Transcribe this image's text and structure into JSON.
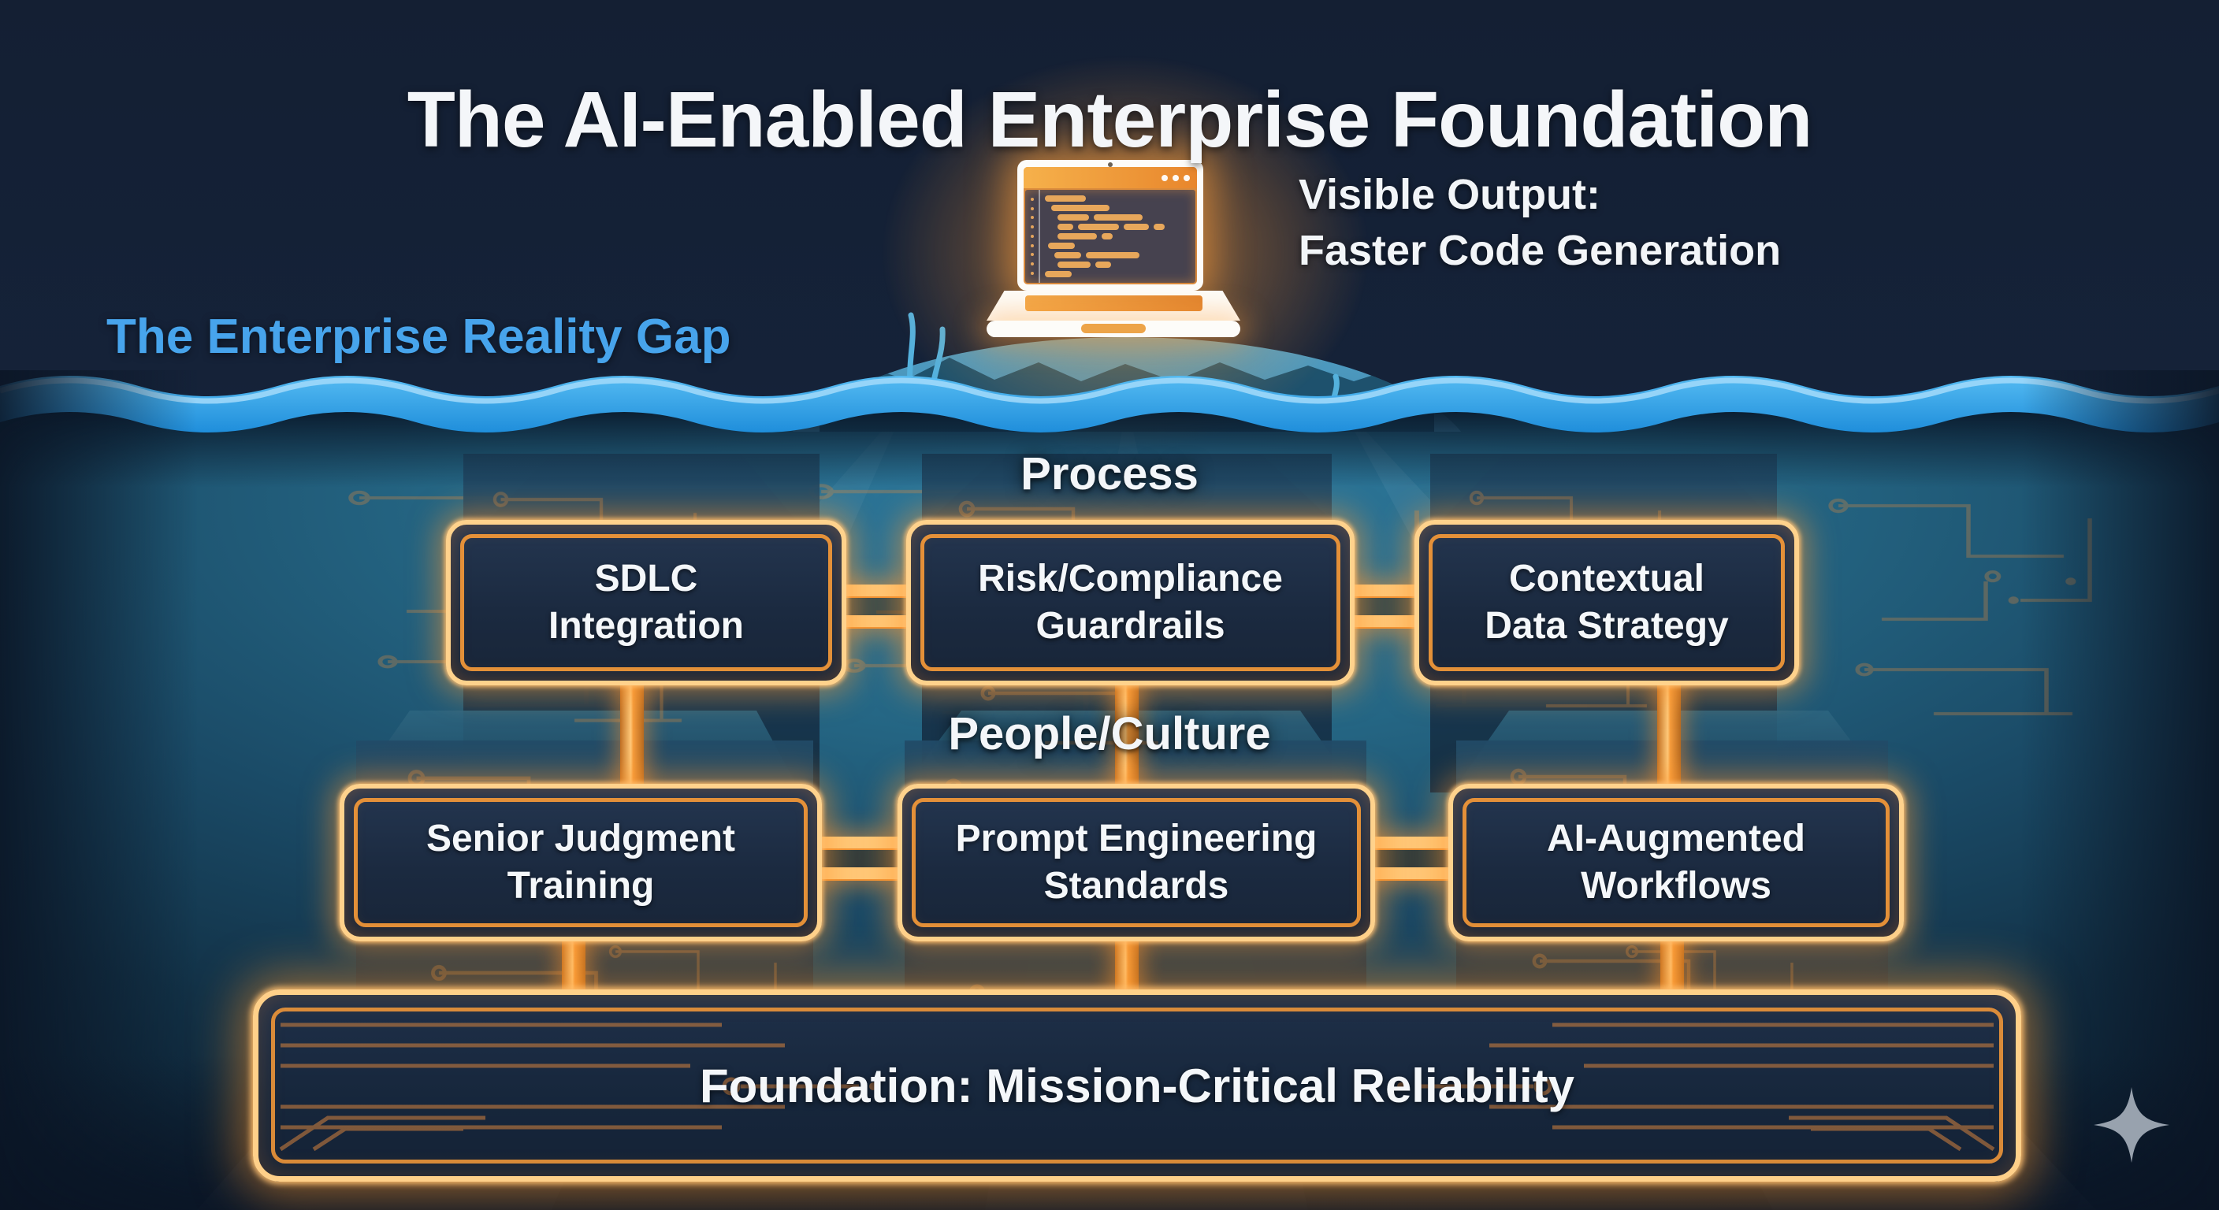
{
  "title": "The AI-Enabled Enterprise Foundation",
  "surface": {
    "visible_output": {
      "line1": "Visible Output:",
      "line2": "Faster Code Generation"
    },
    "reality_gap_label": "The Enterprise Reality Gap"
  },
  "underwater": {
    "sections": [
      {
        "label": "Process",
        "boxes": [
          {
            "line1": "SDLC",
            "line2": "Integration"
          },
          {
            "line1": "Risk/Compliance",
            "line2": "Guardrails"
          },
          {
            "line1": "Contextual",
            "line2": "Data Strategy"
          }
        ]
      },
      {
        "label": "People/Culture",
        "boxes": [
          {
            "line1": "Senior Judgment",
            "line2": "Training"
          },
          {
            "line1": "Prompt Engineering",
            "line2": "Standards"
          },
          {
            "line1": "AI-Augmented",
            "line2": "Workflows"
          }
        ]
      }
    ],
    "foundation_label": "Foundation: Mission-Critical Reliability"
  },
  "icons": {
    "laptop": "laptop-with-code-screen",
    "sparkle": "four-point-star-sparkle"
  },
  "colors": {
    "background_navy": "#15233a",
    "water_blue": "#2f9fe9",
    "water_highlight": "#9ed8fa",
    "underwater_teal": "#1d5a7a",
    "glow_orange": "#f79a35",
    "box_border_light": "#ffd28c",
    "box_border_inner": "#ee9638",
    "reality_gap_text": "#47a4ec",
    "text_white": "#f4f6f9",
    "sparkle_gray": "#98a2ae"
  }
}
